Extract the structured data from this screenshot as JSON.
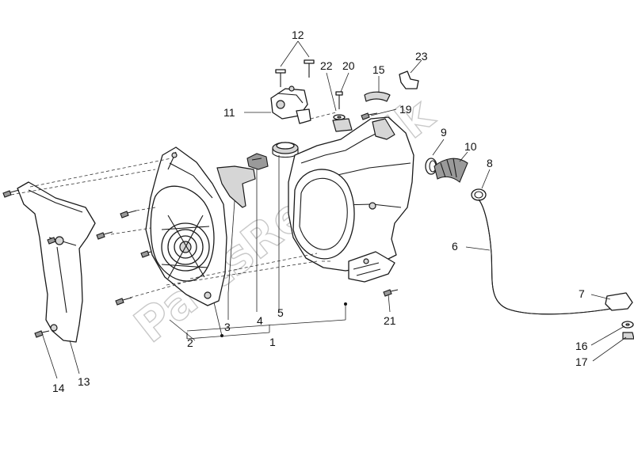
{
  "watermark": "PartsRepublik",
  "callouts": {
    "c1": "1",
    "c2": "2",
    "c3": "3",
    "c4": "4",
    "c5": "5",
    "c6": "6",
    "c7": "7",
    "c8": "8",
    "c9": "9",
    "c10": "10",
    "c11": "11",
    "c12": "12",
    "c13": "13",
    "c14": "14",
    "c15": "15",
    "c16": "16",
    "c17": "17",
    "c19": "19",
    "c20": "20",
    "c21": "21",
    "c22": "22",
    "c23": "23"
  }
}
